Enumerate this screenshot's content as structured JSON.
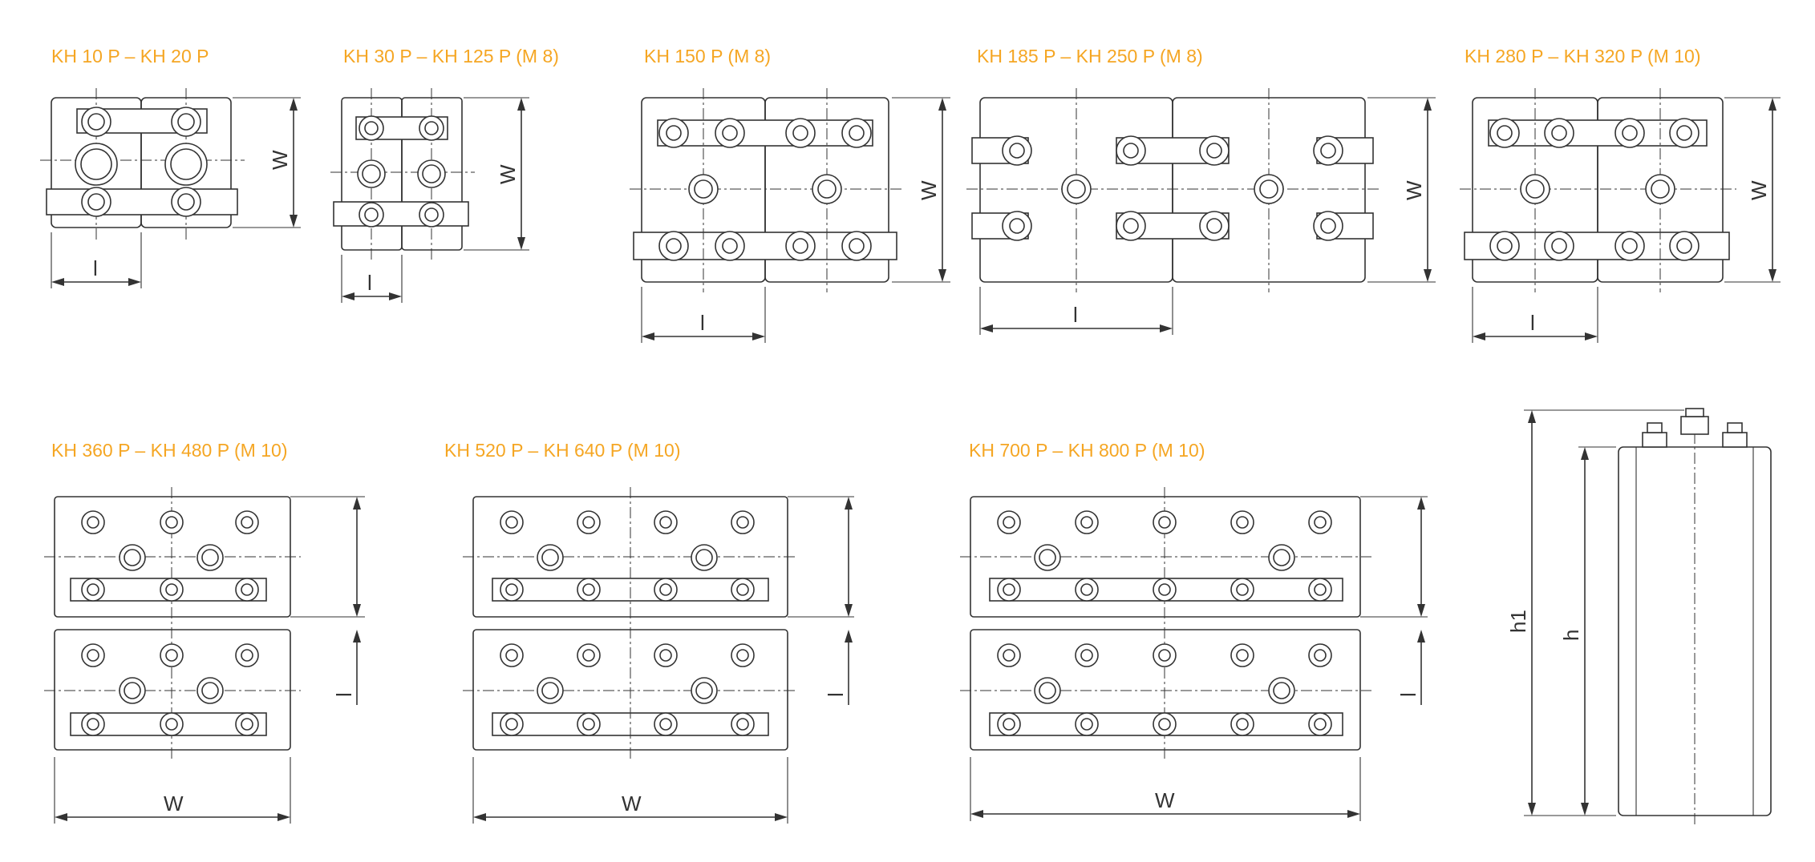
{
  "colors": {
    "title": "#f5a623",
    "line": "#333333",
    "background": "#ffffff"
  },
  "titles": {
    "kh10": "KH 10 P    –    KH 20 P",
    "kh30": "KH 30 P    –    KH 125 P    (M 8)",
    "kh150": "KH 150 P    (M 8)",
    "kh185": "KH 185 P    –    KH 250 P    (M 8)",
    "kh280": "KH 280 P    –    KH 320 P    (M 10)",
    "kh360": "KH 360 P    –    KH 480 P    (M 10)",
    "kh520": "KH 520 P    –    KH 640 P    (M 10)",
    "kh700": "KH 700 P    –    KH 800 P    (M 10)"
  },
  "dims": {
    "w": "W",
    "l": "l",
    "h1": "h1",
    "h": "h"
  }
}
